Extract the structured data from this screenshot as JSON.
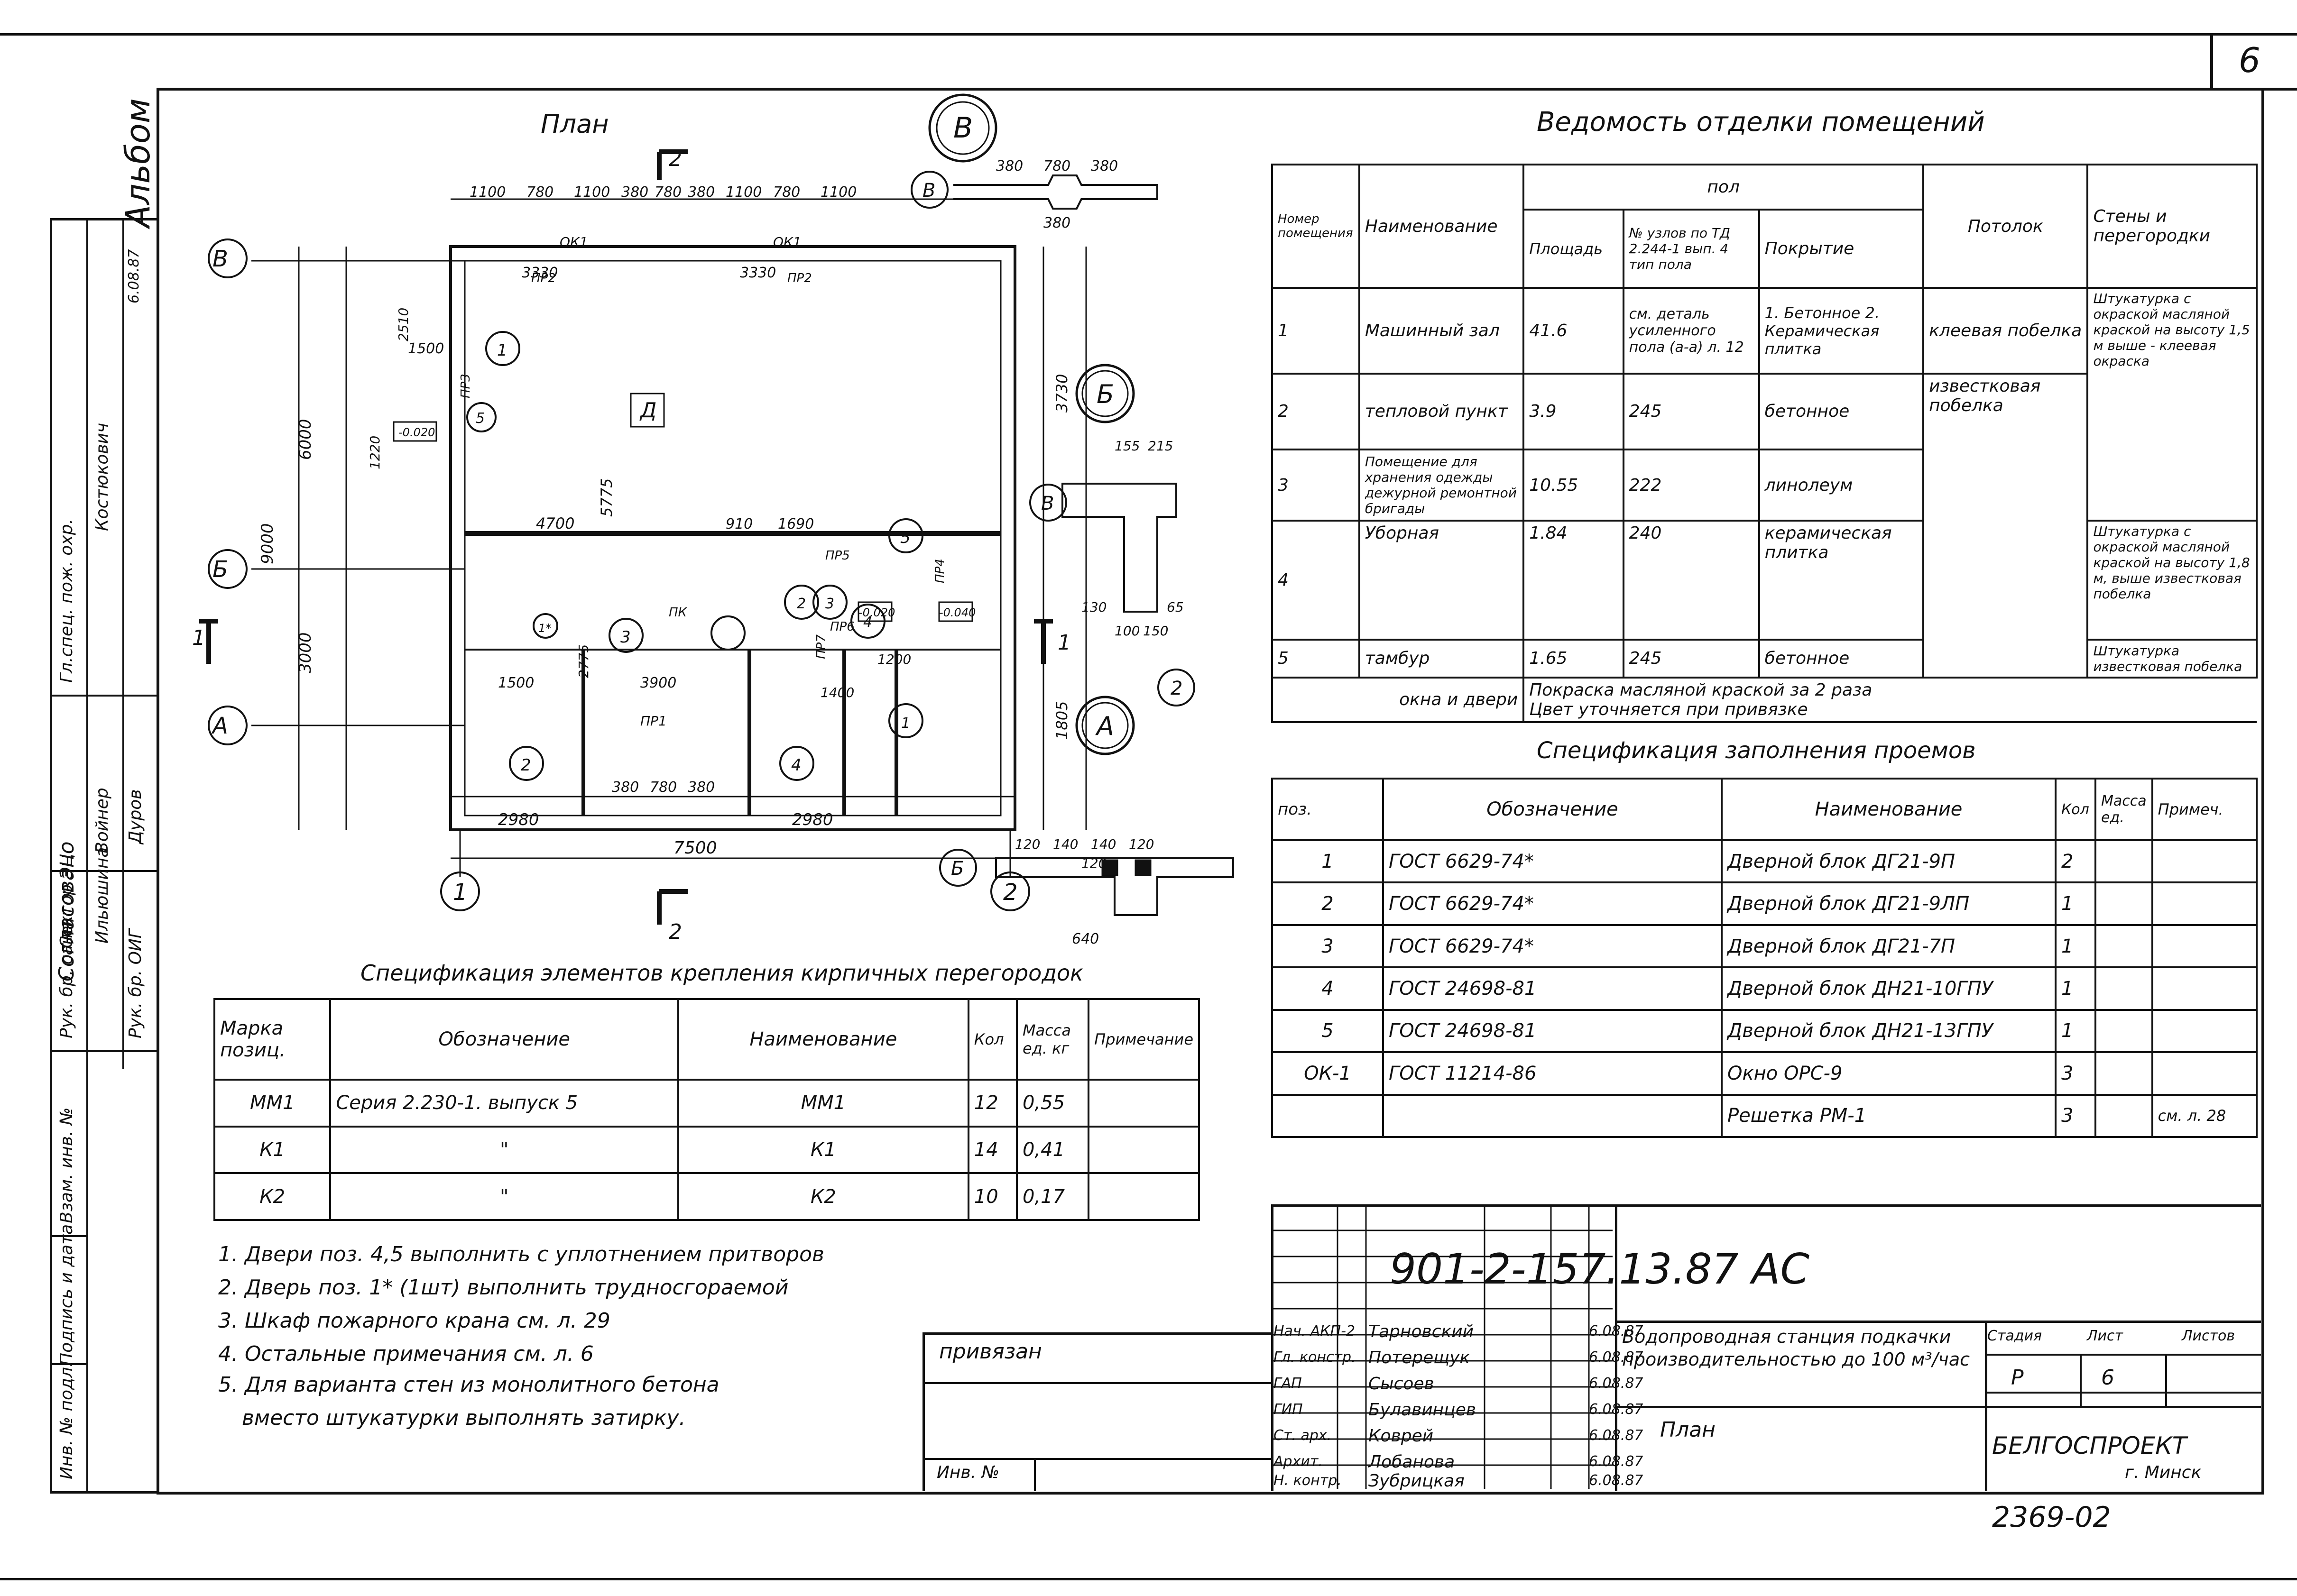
{
  "sheet": {
    "number": "6",
    "album_label": "Альбом",
    "doc_code": "901-2-157.13.87 АС",
    "inv_code": "2369-02"
  },
  "plan": {
    "title": "План",
    "axes_rows": [
      "В",
      "Б",
      "А"
    ],
    "axes_cols": [
      "1",
      "2"
    ],
    "section_mark": "2",
    "section_side": "1",
    "dims": {
      "top": [
        "1100",
        "780",
        "1100",
        "380",
        "780",
        "380",
        "1100",
        "780",
        "1100"
      ],
      "overall": "7500",
      "bottom_left": "2980",
      "bottom_mid": [
        "380",
        "780",
        "380"
      ],
      "bottom_right": "2980",
      "left_total": "9000",
      "left_a": "6000",
      "left_b": "3000",
      "room_span": "5775",
      "right_top": "3730",
      "right_bottom": "1805"
    },
    "labels": {
      "ok1": "ОК1",
      "pr1": "ПР1",
      "pr2": "ПР2",
      "pr3": "ПР3",
      "pr4": "ПР4",
      "pr5": "ПР5",
      "pr6": "ПР6",
      "pr7": "ПР7",
      "pk": "ПК",
      "d": "Д",
      "level1": "-0.020",
      "level2": "-0.040",
      "d3330a": "3330",
      "d3330b": "3330",
      "d4700": "4700",
      "d910": "910",
      "d1690": "1690",
      "d1500a": "1500",
      "d1500b": "1500",
      "d3900": "3900",
      "d1400": "1400",
      "d1200": "1200",
      "d2775": "2775",
      "d2510": "2510",
      "d1220": "1220"
    },
    "room_numbers": [
      "1",
      "2",
      "3",
      "4",
      "5",
      "1*"
    ],
    "grid_items": [
      "1",
      "2",
      "3",
      "4",
      "5"
    ]
  },
  "details": {
    "node_v": "В",
    "node_b": "Б",
    "node_a": "А",
    "node_b2": "Б",
    "node_2": "2",
    "v_dims": [
      "380",
      "780",
      "380",
      "380"
    ],
    "b_dims": [
      "120",
      "140",
      "140",
      "120",
      "120",
      "640"
    ],
    "corner_dims": [
      "155",
      "215",
      "130",
      "65",
      "100",
      "150"
    ]
  },
  "finish_table": {
    "title": "Ведомость отделки помещений",
    "headers": {
      "num": "Номер помещения",
      "name": "Наименование",
      "floor": "пол",
      "area": "Площадь",
      "node": "№ узлов по ТД 2.244-1 вып. 4 тип пола",
      "cover": "Покрытие",
      "ceiling": "Потолок",
      "walls": "Стены и перегородки"
    },
    "rows": [
      {
        "num": "1",
        "name": "Машинный зал",
        "area": "41.6",
        "node": "см. деталь усиленного пола (а-а) л. 12",
        "cover": "1. Бетонное 2. Керамическая плитка",
        "ceiling": "клеевая побелка",
        "walls": "Штукатурка с окраской масляной краской на высоту 1,5 м выше - клеевая окраска"
      },
      {
        "num": "2",
        "name": "тепловой пункт",
        "area": "3.9",
        "node": "245",
        "cover": "бетонное",
        "ceiling": "известковая побелка",
        "walls": ""
      },
      {
        "num": "3",
        "name": "Помещение для хранения одежды дежурной ремонтной бригады",
        "area": "10.55",
        "node": "222",
        "cover": "линолеум",
        "ceiling": "",
        "walls": ""
      },
      {
        "num": "4",
        "name": "Уборная",
        "area": "1.84",
        "node": "240",
        "cover": "керамическая плитка",
        "ceiling": "",
        "walls": "Штукатурка с окраской масляной краской на высоту 1,8 м, выше известковая побелка"
      },
      {
        "num": "5",
        "name": "тамбур",
        "area": "1.65",
        "node": "245",
        "cover": "бетонное",
        "ceiling": "",
        "walls": "Штукатурка известковая побелка"
      }
    ],
    "footer_label": "окна и двери",
    "footer_note1": "Покраска масляной краской за 2 раза",
    "footer_note2": "Цвет уточняется при привязке"
  },
  "openings_table": {
    "title": "Спецификация заполнения проемов",
    "headers": [
      "поз.",
      "Обозначение",
      "Наименование",
      "Кол",
      "Масса ед.",
      "Примеч."
    ],
    "rows": [
      [
        "1",
        "ГОСТ 6629-74*",
        "Дверной блок ДГ21-9П",
        "2",
        "",
        ""
      ],
      [
        "2",
        "ГОСТ 6629-74*",
        "Дверной блок ДГ21-9ЛП",
        "1",
        "",
        ""
      ],
      [
        "3",
        "ГОСТ 6629-74*",
        "Дверной блок ДГ21-7П",
        "1",
        "",
        ""
      ],
      [
        "4",
        "ГОСТ 24698-81",
        "Дверной блок ДН21-10ГПУ",
        "1",
        "",
        ""
      ],
      [
        "5",
        "ГОСТ 24698-81",
        "Дверной блок ДН21-13ГПУ",
        "1",
        "",
        ""
      ],
      [
        "ОК-1",
        "ГОСТ 11214-86",
        "Окно ОРС-9",
        "3",
        "",
        ""
      ],
      [
        "",
        "",
        "Решетка РМ-1",
        "3",
        "",
        "см. л. 28"
      ]
    ]
  },
  "fastening_table": {
    "title": "Спецификация элементов крепления кирпичных перегородок",
    "headers": [
      "Марка позиц.",
      "Обозначение",
      "Наименование",
      "Кол",
      "Масса ед. кг",
      "Примечание"
    ],
    "rows": [
      [
        "ММ1",
        "Серия 2.230-1. выпуск 5",
        "ММ1",
        "12",
        "0,55",
        ""
      ],
      [
        "К1",
        "\"",
        "К1",
        "14",
        "0,41",
        ""
      ],
      [
        "К2",
        "\"",
        "К2",
        "10",
        "0,17",
        ""
      ]
    ]
  },
  "notes": [
    "1. Двери поз. 4,5 выполнить с уплотнением притворов",
    "2. Дверь поз. 1* (1шт) выполнить трудносгораемой",
    "3. Шкаф пожарного крана см. л. 29",
    "4. Остальные примечания см. л. 6",
    "5. Для варианта стен из монолитного бетона",
    "вместо штукатурки выполнять затирку."
  ],
  "binding": {
    "label": "привязан",
    "inv_label": "Инв. №"
  },
  "left_strip": {
    "agreed": "Согласовано",
    "rows": [
      "Гл.спец. пож. охр.",
      "Костюкович",
      "Рук. бр. санп.",
      "Войнер",
      "Сектор ЭЦ",
      "Ильюшина",
      "Рук. бр. ОИГ",
      "Дуров"
    ],
    "date": "6.08.87",
    "bottom_labels": [
      "Взам. инв. №",
      "Подпись и дата",
      "Инв. № подл."
    ]
  },
  "title_block": {
    "signers": [
      [
        "Нач. АКП-2",
        "Тарновский",
        "6.08.87"
      ],
      [
        "Гл. констр.",
        "Потерещук",
        "6.08.87"
      ],
      [
        "ГАП",
        "Сысоев",
        "6.08.87"
      ],
      [
        "ГИП",
        "Булавинцев",
        "6.08.87"
      ],
      [
        "Ст. арх.",
        "Коврей",
        "6.08.87"
      ],
      [
        "Архит.",
        "Лобанова",
        "6.08.87"
      ],
      [
        "Н. контр.",
        "Зубрицкая",
        "6.08.87"
      ]
    ],
    "project_name": "Водопроводная станция подкачки производительностью до 100 м³/час",
    "sheet_name": "План",
    "stage_label": "Стадия",
    "sheet_label": "Лист",
    "sheets_label": "Листов",
    "stage": "Р",
    "sheet": "6",
    "org": "БЕЛГОСПРОЕКТ",
    "city": "г. Минск"
  }
}
